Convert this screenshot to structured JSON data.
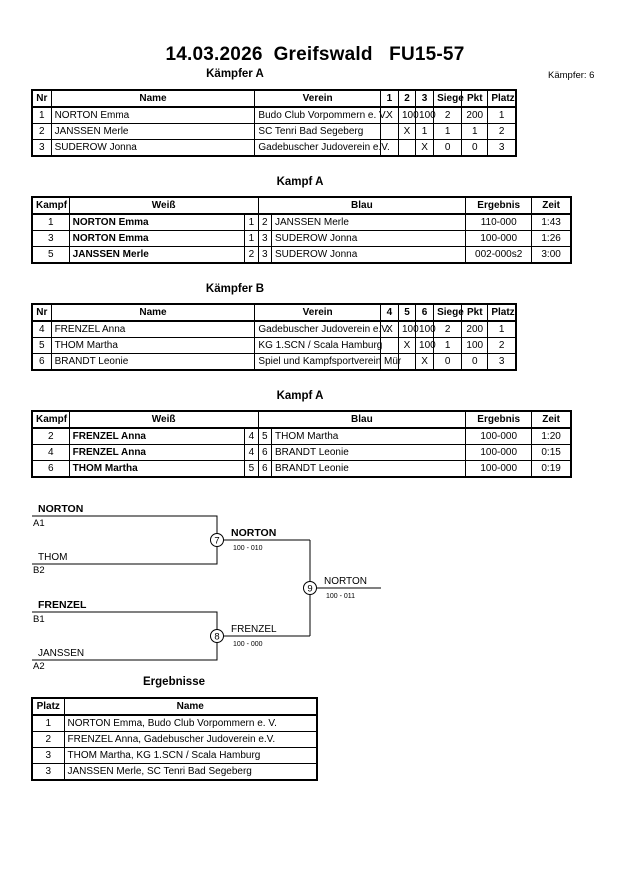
{
  "header": {
    "title": "14.03.2026  Greifswald   FU15-57",
    "count_label": "Kämpfer: 6"
  },
  "pool_a": {
    "heading": "Kämpfer A",
    "columns": [
      "Nr",
      "Name",
      "Verein",
      "1",
      "2",
      "3",
      "Siege",
      "Pkt",
      "Platz"
    ],
    "rows": [
      {
        "nr": "1",
        "name": "NORTON Emma",
        "verein": "Budo Club Vorpommern e. V.",
        "r1": "X",
        "r2": "100",
        "r3": "100",
        "siege": "2",
        "pkt": "200",
        "platz": "1"
      },
      {
        "nr": "2",
        "name": "JANSSEN Merle",
        "verein": "SC Tenri Bad Segeberg",
        "r1": "",
        "r2": "X",
        "r3": "1",
        "siege": "1",
        "pkt": "1",
        "platz": "2"
      },
      {
        "nr": "3",
        "name": "SUDEROW Jonna",
        "verein": "Gadebuscher Judoverein e.V.",
        "r1": "",
        "r2": "",
        "r3": "X",
        "siege": "0",
        "pkt": "0",
        "platz": "3"
      }
    ]
  },
  "fights_a": {
    "heading": "Kampf A",
    "columns": [
      "Kampf",
      "Weiß",
      "Blau",
      "Ergebnis",
      "Zeit"
    ],
    "rows": [
      {
        "kampf": "1",
        "weiss": "NORTON Emma",
        "w": "1",
        "bl": "2",
        "blau": "JANSSEN Merle",
        "ergebnis": "110-000",
        "zeit": "1:43"
      },
      {
        "kampf": "3",
        "weiss": "NORTON Emma",
        "w": "1",
        "bl": "3",
        "blau": "SUDEROW Jonna",
        "ergebnis": "100-000",
        "zeit": "1:26"
      },
      {
        "kampf": "5",
        "weiss": "JANSSEN Merle",
        "w": "2",
        "bl": "3",
        "blau": "SUDEROW Jonna",
        "ergebnis": "002-000s2",
        "zeit": "3:00"
      }
    ]
  },
  "pool_b": {
    "heading": "Kämpfer B",
    "columns": [
      "Nr",
      "Name",
      "Verein",
      "4",
      "5",
      "6",
      "Siege",
      "Pkt",
      "Platz"
    ],
    "rows": [
      {
        "nr": "4",
        "name": "FRENZEL Anna",
        "verein": "Gadebuscher Judoverein e.V.",
        "r1": "X",
        "r2": "100",
        "r3": "100",
        "siege": "2",
        "pkt": "200",
        "platz": "1"
      },
      {
        "nr": "5",
        "name": "THOM Martha",
        "verein": "KG 1.SCN / Scala Hamburg",
        "r1": "",
        "r2": "X",
        "r3": "100",
        "siege": "1",
        "pkt": "100",
        "platz": "2"
      },
      {
        "nr": "6",
        "name": "BRANDT Leonie",
        "verein": "Spiel und Kampfsportverein Mür",
        "r1": "",
        "r2": "",
        "r3": "X",
        "siege": "0",
        "pkt": "0",
        "platz": "3"
      }
    ]
  },
  "fights_b": {
    "heading": "Kampf A",
    "columns": [
      "Kampf",
      "Weiß",
      "Blau",
      "Ergebnis",
      "Zeit"
    ],
    "rows": [
      {
        "kampf": "2",
        "weiss": "FRENZEL Anna",
        "w": "4",
        "bl": "5",
        "blau": "THOM Martha",
        "ergebnis": "100-000",
        "zeit": "1:20"
      },
      {
        "kampf": "4",
        "weiss": "FRENZEL Anna",
        "w": "4",
        "bl": "6",
        "blau": "BRANDT Leonie",
        "ergebnis": "100-000",
        "zeit": "0:15"
      },
      {
        "kampf": "6",
        "weiss": "THOM Martha",
        "w": "5",
        "bl": "6",
        "blau": "BRANDT Leonie",
        "ergebnis": "100-000",
        "zeit": "0:19"
      }
    ]
  },
  "bracket": {
    "s1_top_name": "NORTON",
    "s1_top_seed": "A1",
    "s1_bottom_name": "THOM",
    "s1_bottom_seed": "B2",
    "s2_top_name": "FRENZEL",
    "s2_top_seed": "B1",
    "s2_bottom_name": "JANSSEN",
    "s2_bottom_seed": "A2",
    "fight7": "7",
    "fight7_winner": "NORTON",
    "fight7_score": "100 - 010",
    "fight8": "8",
    "fight8_winner": "FRENZEL",
    "fight8_score": "100 - 000",
    "fight9": "9",
    "fight9_winner": "NORTON",
    "fight9_score": "100 - 011"
  },
  "results": {
    "heading": "Ergebnisse",
    "columns": [
      "Platz",
      "Name"
    ],
    "rows": [
      {
        "platz": "1",
        "name": "NORTON Emma, Budo Club Vorpommern e. V."
      },
      {
        "platz": "2",
        "name": "FRENZEL Anna, Gadebuscher Judoverein e.V."
      },
      {
        "platz": "3",
        "name": "THOM Martha, KG 1.SCN / Scala Hamburg"
      },
      {
        "platz": "3",
        "name": "JANSSEN Merle, SC Tenri Bad Segeberg"
      }
    ]
  }
}
